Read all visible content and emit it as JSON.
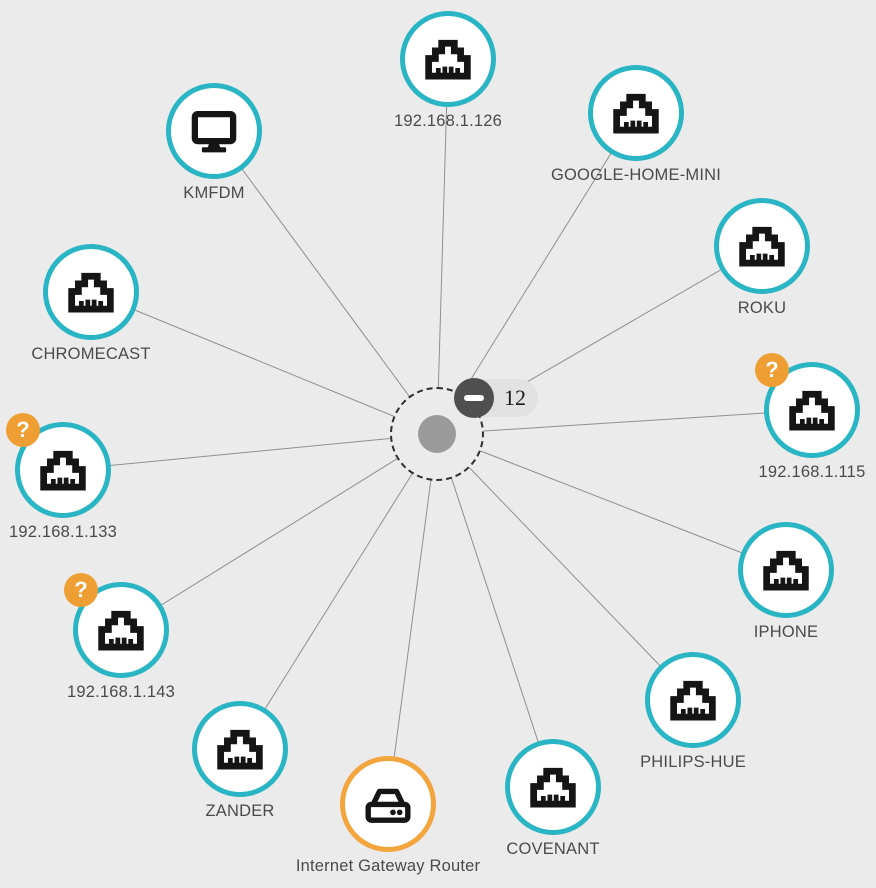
{
  "colors": {
    "background": "#EBEBEB",
    "ring_teal": "#29B5C3",
    "ring_orange": "#F2A53C",
    "badge_orange": "#EF9E33",
    "badge_dark": "#4F4F4F",
    "pill_bg": "#E2E2E2",
    "hub_dot": "#9B9B9B",
    "label": "#4A4A4A",
    "line": "#8F8F8F"
  },
  "hub": {
    "count": "12"
  },
  "badges": {
    "unknown_glyph": "?"
  },
  "nodes": [
    {
      "label": "192.168.1.126",
      "icon": "ethernet",
      "ring": "teal",
      "unknown": false
    },
    {
      "label": "GOOGLE-HOME-MINI",
      "icon": "ethernet",
      "ring": "teal",
      "unknown": false
    },
    {
      "label": "ROKU",
      "icon": "ethernet",
      "ring": "teal",
      "unknown": false
    },
    {
      "label": "192.168.1.115",
      "icon": "ethernet",
      "ring": "teal",
      "unknown": true
    },
    {
      "label": "IPHONE",
      "icon": "ethernet",
      "ring": "teal",
      "unknown": false
    },
    {
      "label": "PHILIPS-HUE",
      "icon": "ethernet",
      "ring": "teal",
      "unknown": false
    },
    {
      "label": "COVENANT",
      "icon": "ethernet",
      "ring": "teal",
      "unknown": false
    },
    {
      "label": "Internet Gateway Router",
      "icon": "router",
      "ring": "orange",
      "unknown": false
    },
    {
      "label": "ZANDER",
      "icon": "ethernet",
      "ring": "teal",
      "unknown": false
    },
    {
      "label": "192.168.1.143",
      "icon": "ethernet",
      "ring": "teal",
      "unknown": true
    },
    {
      "label": "192.168.1.133",
      "icon": "ethernet",
      "ring": "teal",
      "unknown": true
    },
    {
      "label": "CHROMECAST",
      "icon": "ethernet",
      "ring": "teal",
      "unknown": false
    },
    {
      "label": "KMFDM",
      "icon": "monitor",
      "ring": "teal",
      "unknown": false
    }
  ]
}
